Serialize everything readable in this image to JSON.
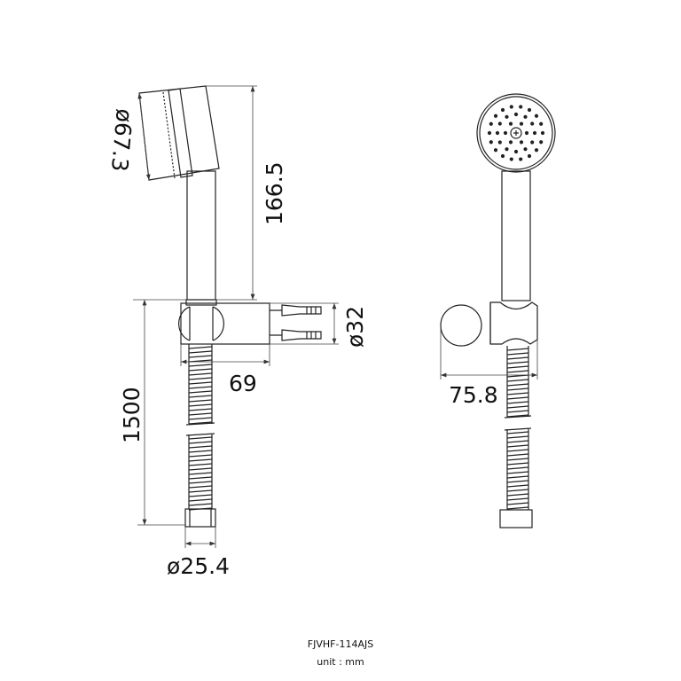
{
  "drawing": {
    "model": "FJVHF-114AJS",
    "unit_label": "unit : mm",
    "dimensions": {
      "head_diameter": "ø67.3",
      "handle_length": "166.5",
      "bracket_diameter": "ø32",
      "bracket_depth": "69",
      "hose_length": "1500",
      "fitting_diameter": "ø25.4",
      "bracket_width": "75.8"
    }
  }
}
